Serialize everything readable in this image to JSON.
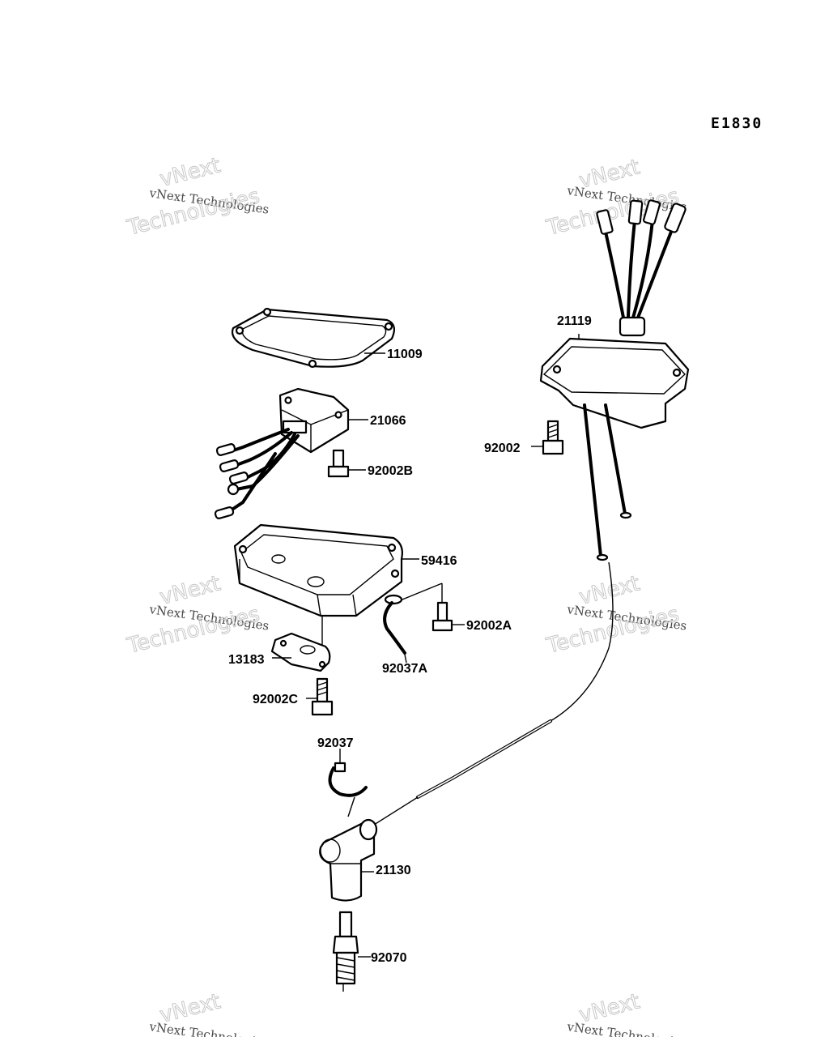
{
  "diagram_code": "E1830",
  "watermark": {
    "line1": "vNext Technologies",
    "line2": "Technologies",
    "line3": "vNext"
  },
  "parts": [
    {
      "id": "p11009",
      "number": "11009"
    },
    {
      "id": "p21066",
      "number": "21066"
    },
    {
      "id": "p92002B",
      "number": "92002B"
    },
    {
      "id": "p59416",
      "number": "59416"
    },
    {
      "id": "p92002A",
      "number": "92002A"
    },
    {
      "id": "p92037A",
      "number": "92037A"
    },
    {
      "id": "p13183",
      "number": "13183"
    },
    {
      "id": "p92002C",
      "number": "92002C"
    },
    {
      "id": "p92037",
      "number": "92037"
    },
    {
      "id": "p21130",
      "number": "21130"
    },
    {
      "id": "p92070",
      "number": "92070"
    },
    {
      "id": "p21119",
      "number": "21119"
    },
    {
      "id": "p92002",
      "number": "92002"
    }
  ]
}
